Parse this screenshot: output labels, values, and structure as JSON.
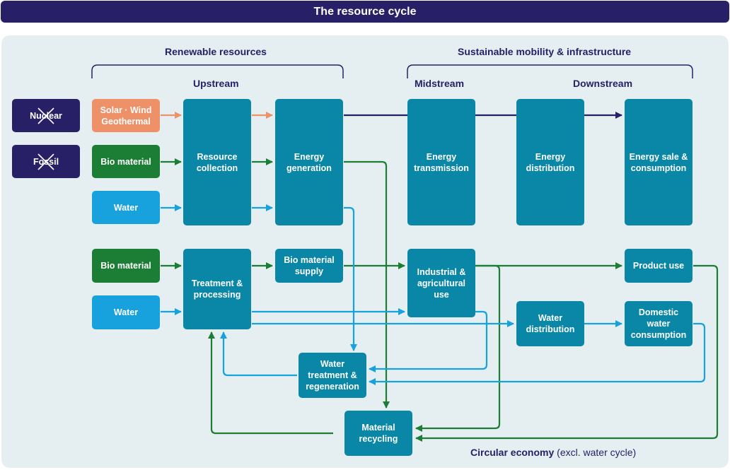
{
  "title": "The resource cycle",
  "sections": {
    "renewable": "Renewable resources",
    "mobility": "Sustainable mobility & infrastructure",
    "upstream": "Upstream",
    "midstream": "Midstream",
    "downstream": "Downstream"
  },
  "excluded": {
    "nuclear": "Nuclear",
    "fossil": "Fossil"
  },
  "inputs": {
    "solar_wind": "Solar · Wind\nGeothermal",
    "bio_material_1": "Bio material",
    "water_1": "Water",
    "bio_material_2": "Bio material",
    "water_2": "Water"
  },
  "nodes": {
    "resource_collection": "Resource\ncollection",
    "energy_generation": "Energy\ngeneration",
    "energy_transmission": "Energy\ntransmission",
    "energy_distribution": "Energy\ndistribution",
    "energy_sale": "Energy sale &\nconsumption",
    "treatment_processing": "Treatment &\nprocessing",
    "bio_material_supply": "Bio material\nsupply",
    "industrial_use": "Industrial &\nagricultural\nuse",
    "product_use": "Product use",
    "water_distribution": "Water\ndistribution",
    "domestic_water": "Domestic\nwater\nconsumption",
    "water_treatment": "Water\ntreatment &\nregeneration",
    "material_recycling": "Material\nrecycling"
  },
  "footer": {
    "circular_bold": "Circular economy",
    "circular_rest": " (excl. water cycle)"
  },
  "colors": {
    "navy": "#282066",
    "teal": "#0a87a6",
    "orange": "#ee9168",
    "green": "#1c7d35",
    "light_blue": "#17a2dd",
    "panel": "#e5eff1"
  }
}
